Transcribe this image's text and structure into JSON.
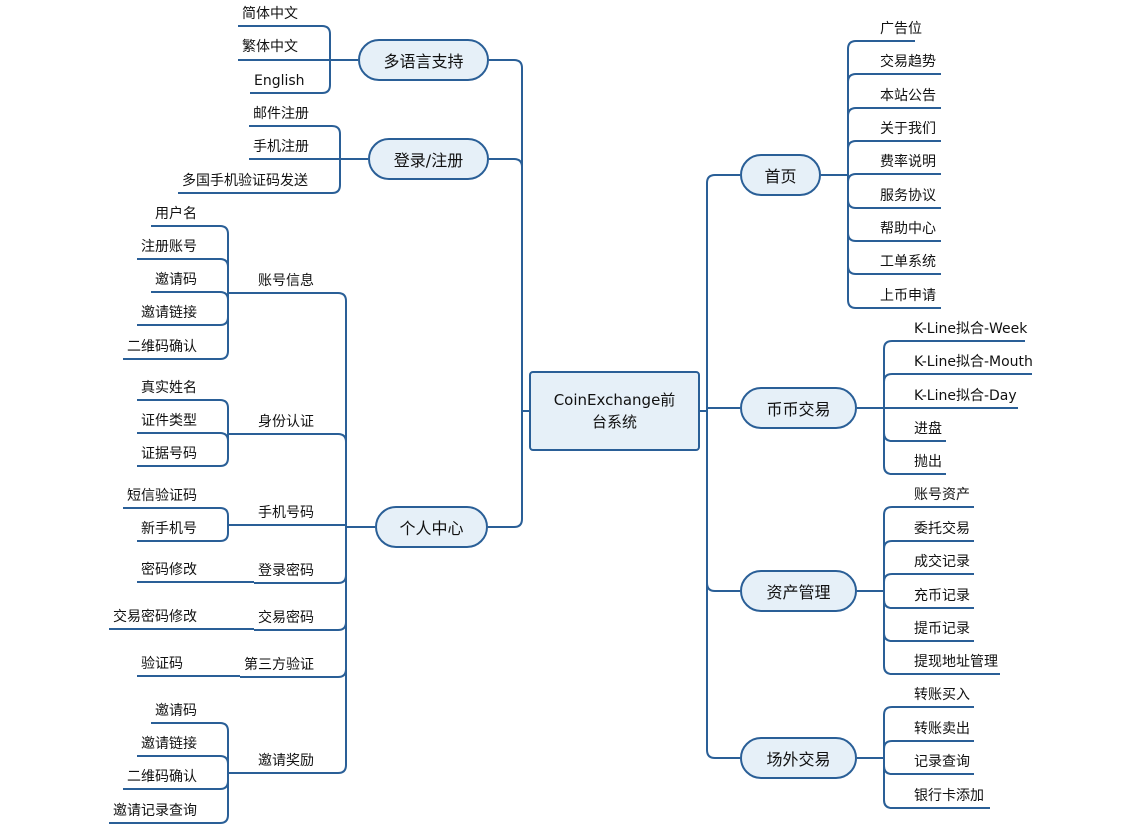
{
  "colors": {
    "line": "#2a5f97",
    "node_fill": "#e6f0f8",
    "node_border": "#2a5f97"
  },
  "root": {
    "line1": "CoinExchange前",
    "line2": "台系统"
  },
  "left": {
    "lang": {
      "label": "多语言支持",
      "leaves": [
        "简体中文",
        "繁体中文",
        "English"
      ]
    },
    "login": {
      "label": "登录/注册",
      "leaves": [
        "邮件注册",
        "手机注册",
        "多国手机验证码发送"
      ]
    },
    "personal": {
      "label": "个人中心",
      "groups": [
        {
          "label": "账号信息",
          "leaves": [
            "用户名",
            "注册账号",
            "邀请码",
            "邀请链接",
            "二维码确认"
          ]
        },
        {
          "label": "身份认证",
          "leaves": [
            "真实姓名",
            "证件类型",
            "证据号码"
          ]
        },
        {
          "label": "手机号码",
          "leaves": [
            "短信验证码",
            "新手机号"
          ]
        },
        {
          "label": "登录密码",
          "leaves": [
            "密码修改"
          ]
        },
        {
          "label": "交易密码",
          "leaves": [
            "交易密码修改"
          ]
        },
        {
          "label": "第三方验证",
          "leaves": [
            "验证码"
          ]
        },
        {
          "label": "邀请奖励",
          "leaves": [
            "邀请码",
            "邀请链接",
            "二维码确认",
            "邀请记录查询"
          ]
        }
      ]
    }
  },
  "right": {
    "home": {
      "label": "首页",
      "leaves": [
        "广告位",
        "交易趋势",
        "本站公告",
        "关于我们",
        "费率说明",
        "服务协议",
        "帮助中心",
        "工单系统",
        "上币申请"
      ]
    },
    "coin": {
      "label": "币币交易",
      "leaves": [
        "K-Line拟合-Week",
        "K-Line拟合-Mouth",
        "K-Line拟合-Day",
        "进盘",
        "抛出"
      ]
    },
    "asset": {
      "label": "资产管理",
      "leaves": [
        "账号资产",
        "委托交易",
        "成交记录",
        "充币记录",
        "提币记录",
        "提现地址管理"
      ]
    },
    "otc": {
      "label": "场外交易",
      "leaves": [
        "转账买入",
        "转账卖出",
        "记录查询",
        "银行卡添加"
      ]
    }
  }
}
